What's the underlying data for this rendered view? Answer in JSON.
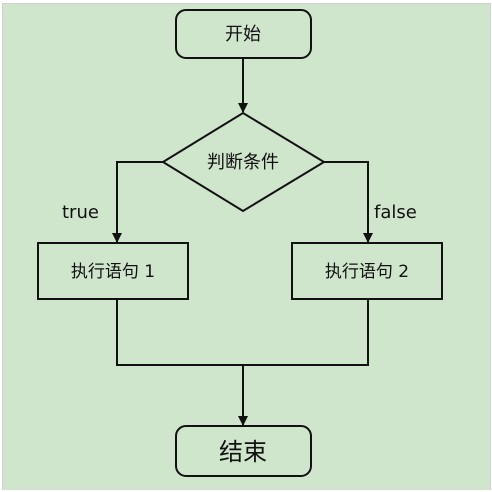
{
  "flowchart": {
    "start": "开始",
    "condition": "判断条件",
    "true_label": "true",
    "false_label": "false",
    "stmt1": "执行语句 1",
    "stmt2": "执行语句 2",
    "end": "结束"
  },
  "colors": {
    "background": "#cfe6cc",
    "stroke": "#111111"
  }
}
